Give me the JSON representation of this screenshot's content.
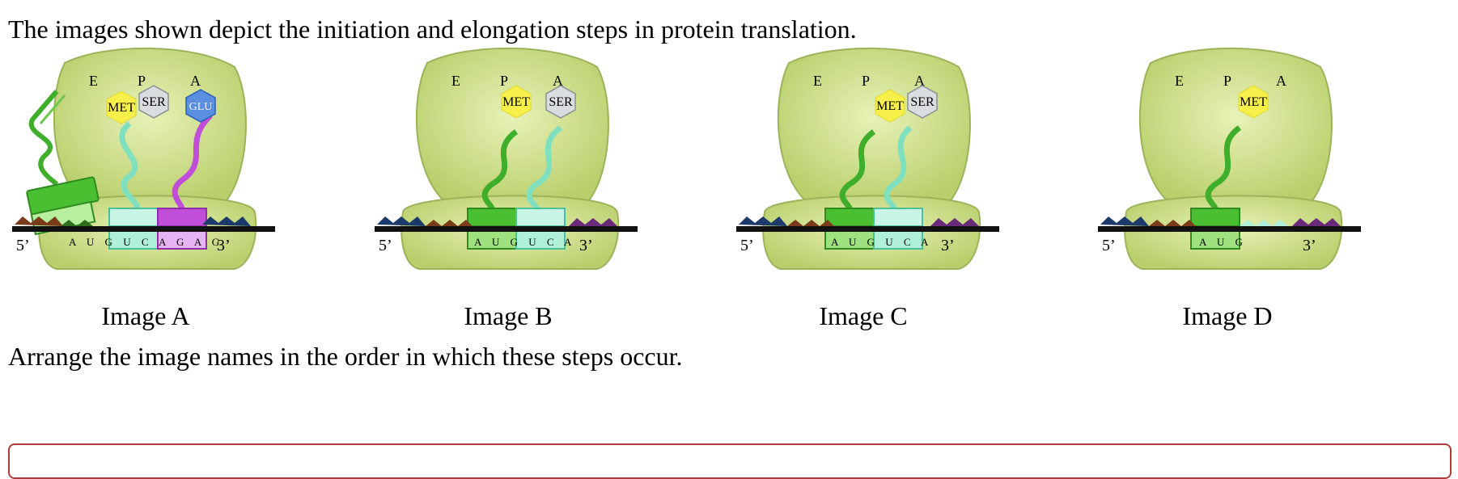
{
  "question": {
    "intro": "The images shown depict the initiation and elongation steps in protein translation.",
    "prompt": "Arrange the image names in the order in which these steps occur."
  },
  "images": [
    {
      "caption": "Image A",
      "sites": [
        "E",
        "P",
        "A"
      ],
      "mrna_sequence": "A U G U C A G A G",
      "five_prime": "5’",
      "three_prime": "3’",
      "amino_acids": [
        "MET",
        "SER",
        "GLU"
      ]
    },
    {
      "caption": "Image B",
      "sites": [
        "E",
        "P",
        "A"
      ],
      "mrna_sequence": "A U G U C A",
      "five_prime": "5’",
      "three_prime": "3’",
      "amino_acids": [
        "MET",
        "SER"
      ]
    },
    {
      "caption": "Image C",
      "sites": [
        "E",
        "P",
        "A"
      ],
      "mrna_sequence": "A U G U C A",
      "five_prime": "5’",
      "three_prime": "3’",
      "amino_acids": [
        "MET",
        "SER"
      ]
    },
    {
      "caption": "Image D",
      "sites": [
        "E",
        "P",
        "A"
      ],
      "mrna_sequence": "A U G",
      "five_prime": "5’",
      "three_prime": "3’",
      "amino_acids": [
        "MET"
      ]
    }
  ],
  "colors": {
    "ribosome": "#cfe08f",
    "ribosome_edge": "#9db35a",
    "trna_green": "#3fae2a",
    "trna_teal": "#7fe0c0",
    "trna_magenta": "#c04ed8",
    "met": "#f7f04a",
    "ser": "#d9dde0",
    "glu": "#5b8fe0",
    "mrna_line": "#111111",
    "answer_border": "#b33a3a"
  }
}
